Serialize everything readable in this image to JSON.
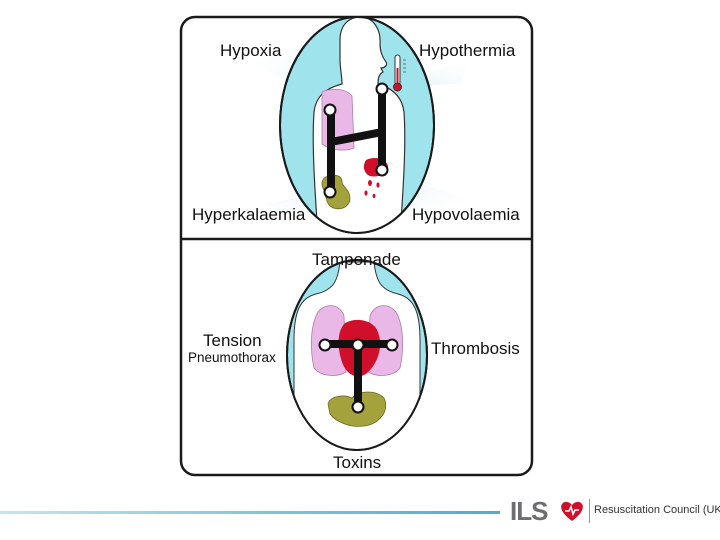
{
  "diagram": {
    "top_panel": {
      "labels": {
        "hypoxia": "Hypoxia",
        "hypothermia": "Hypothermia",
        "hyperkalaemia": "Hyperkalaemia",
        "hypovolaemia": "Hypovolaemia"
      }
    },
    "bottom_panel": {
      "labels": {
        "tamponade": "Tamponade",
        "tension": "Tension",
        "pneumothorax": "Pneumothorax",
        "thrombosis": "Thrombosis",
        "toxins": "Toxins"
      }
    }
  },
  "colors": {
    "frame": "#1a1a1a",
    "oval_fill": "#9fe3ec",
    "body": "#ffffff",
    "lung": "#e9b8e6",
    "heart": "#d0102a",
    "organ_olive": "#a4a23c",
    "highlight": "#eaf6f8"
  },
  "footer": {
    "logo_abbr": "ILS",
    "logo_org": "Resuscitation Council (UK)"
  }
}
